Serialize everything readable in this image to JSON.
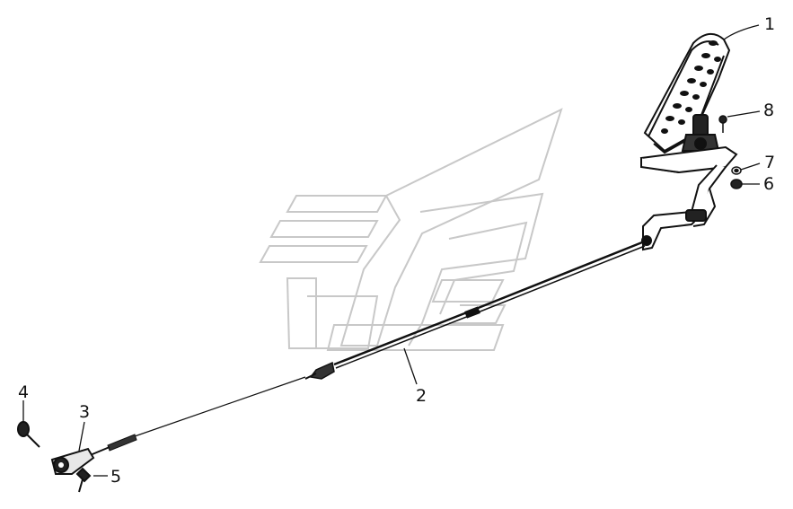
{
  "diagram": {
    "callouts": [
      {
        "id": "1",
        "label": "1"
      },
      {
        "id": "2",
        "label": "2"
      },
      {
        "id": "3",
        "label": "3"
      },
      {
        "id": "4",
        "label": "4"
      },
      {
        "id": "5",
        "label": "5"
      },
      {
        "id": "6",
        "label": "6"
      },
      {
        "id": "7",
        "label": "7"
      },
      {
        "id": "8",
        "label": "8"
      }
    ],
    "colors": {
      "line": "#111111",
      "watermark": "#c8c8c8",
      "background": "#ffffff"
    },
    "watermark_icon": "brand-logo-watermark",
    "parts": [
      "accelerator-pedal",
      "pedal-bracket",
      "throttle-cable",
      "throttle-lever",
      "lever-bolt",
      "lever-screw",
      "nut",
      "washer",
      "pedal-bolt"
    ]
  }
}
